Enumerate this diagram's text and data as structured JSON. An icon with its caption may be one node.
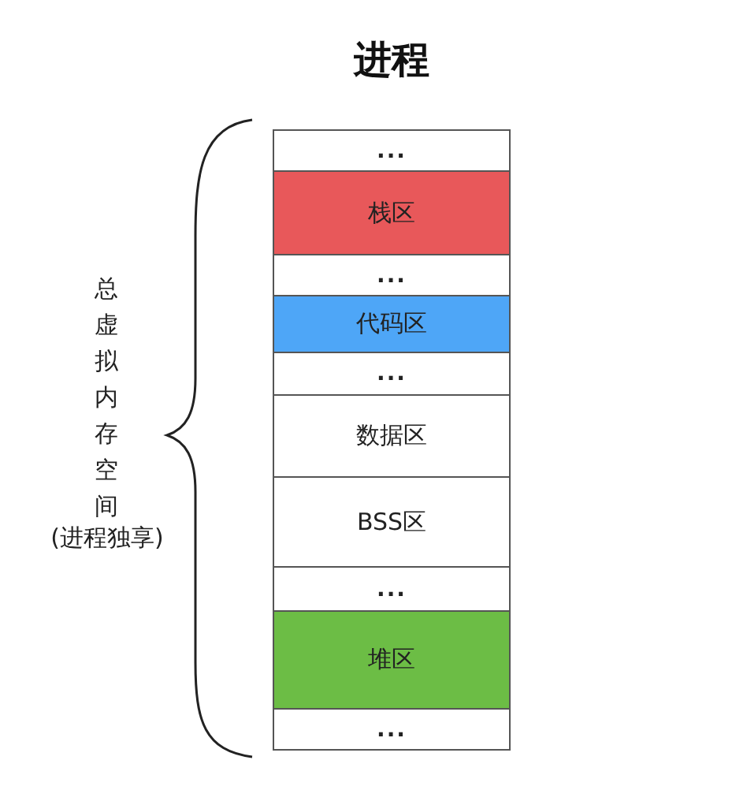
{
  "diagram": {
    "title": "进程",
    "nodes": [
      {
        "text": [
          "..."
        ]
      },
      {
        "text": [
          "栈区"
        ]
      },
      {
        "text": [
          "..."
        ]
      },
      {
        "text": [
          "代码区"
        ]
      },
      {
        "text": [
          "..."
        ]
      },
      {
        "text": [
          "数据区"
        ]
      },
      {
        "text": [
          "BSS区"
        ]
      },
      {
        "text": [
          "..."
        ]
      },
      {
        "text": [
          "堆区"
        ]
      },
      {
        "text": [
          "..."
        ]
      }
    ],
    "labels": [
      "总虚拟内存空间",
      "(进程独享)"
    ]
  }
}
